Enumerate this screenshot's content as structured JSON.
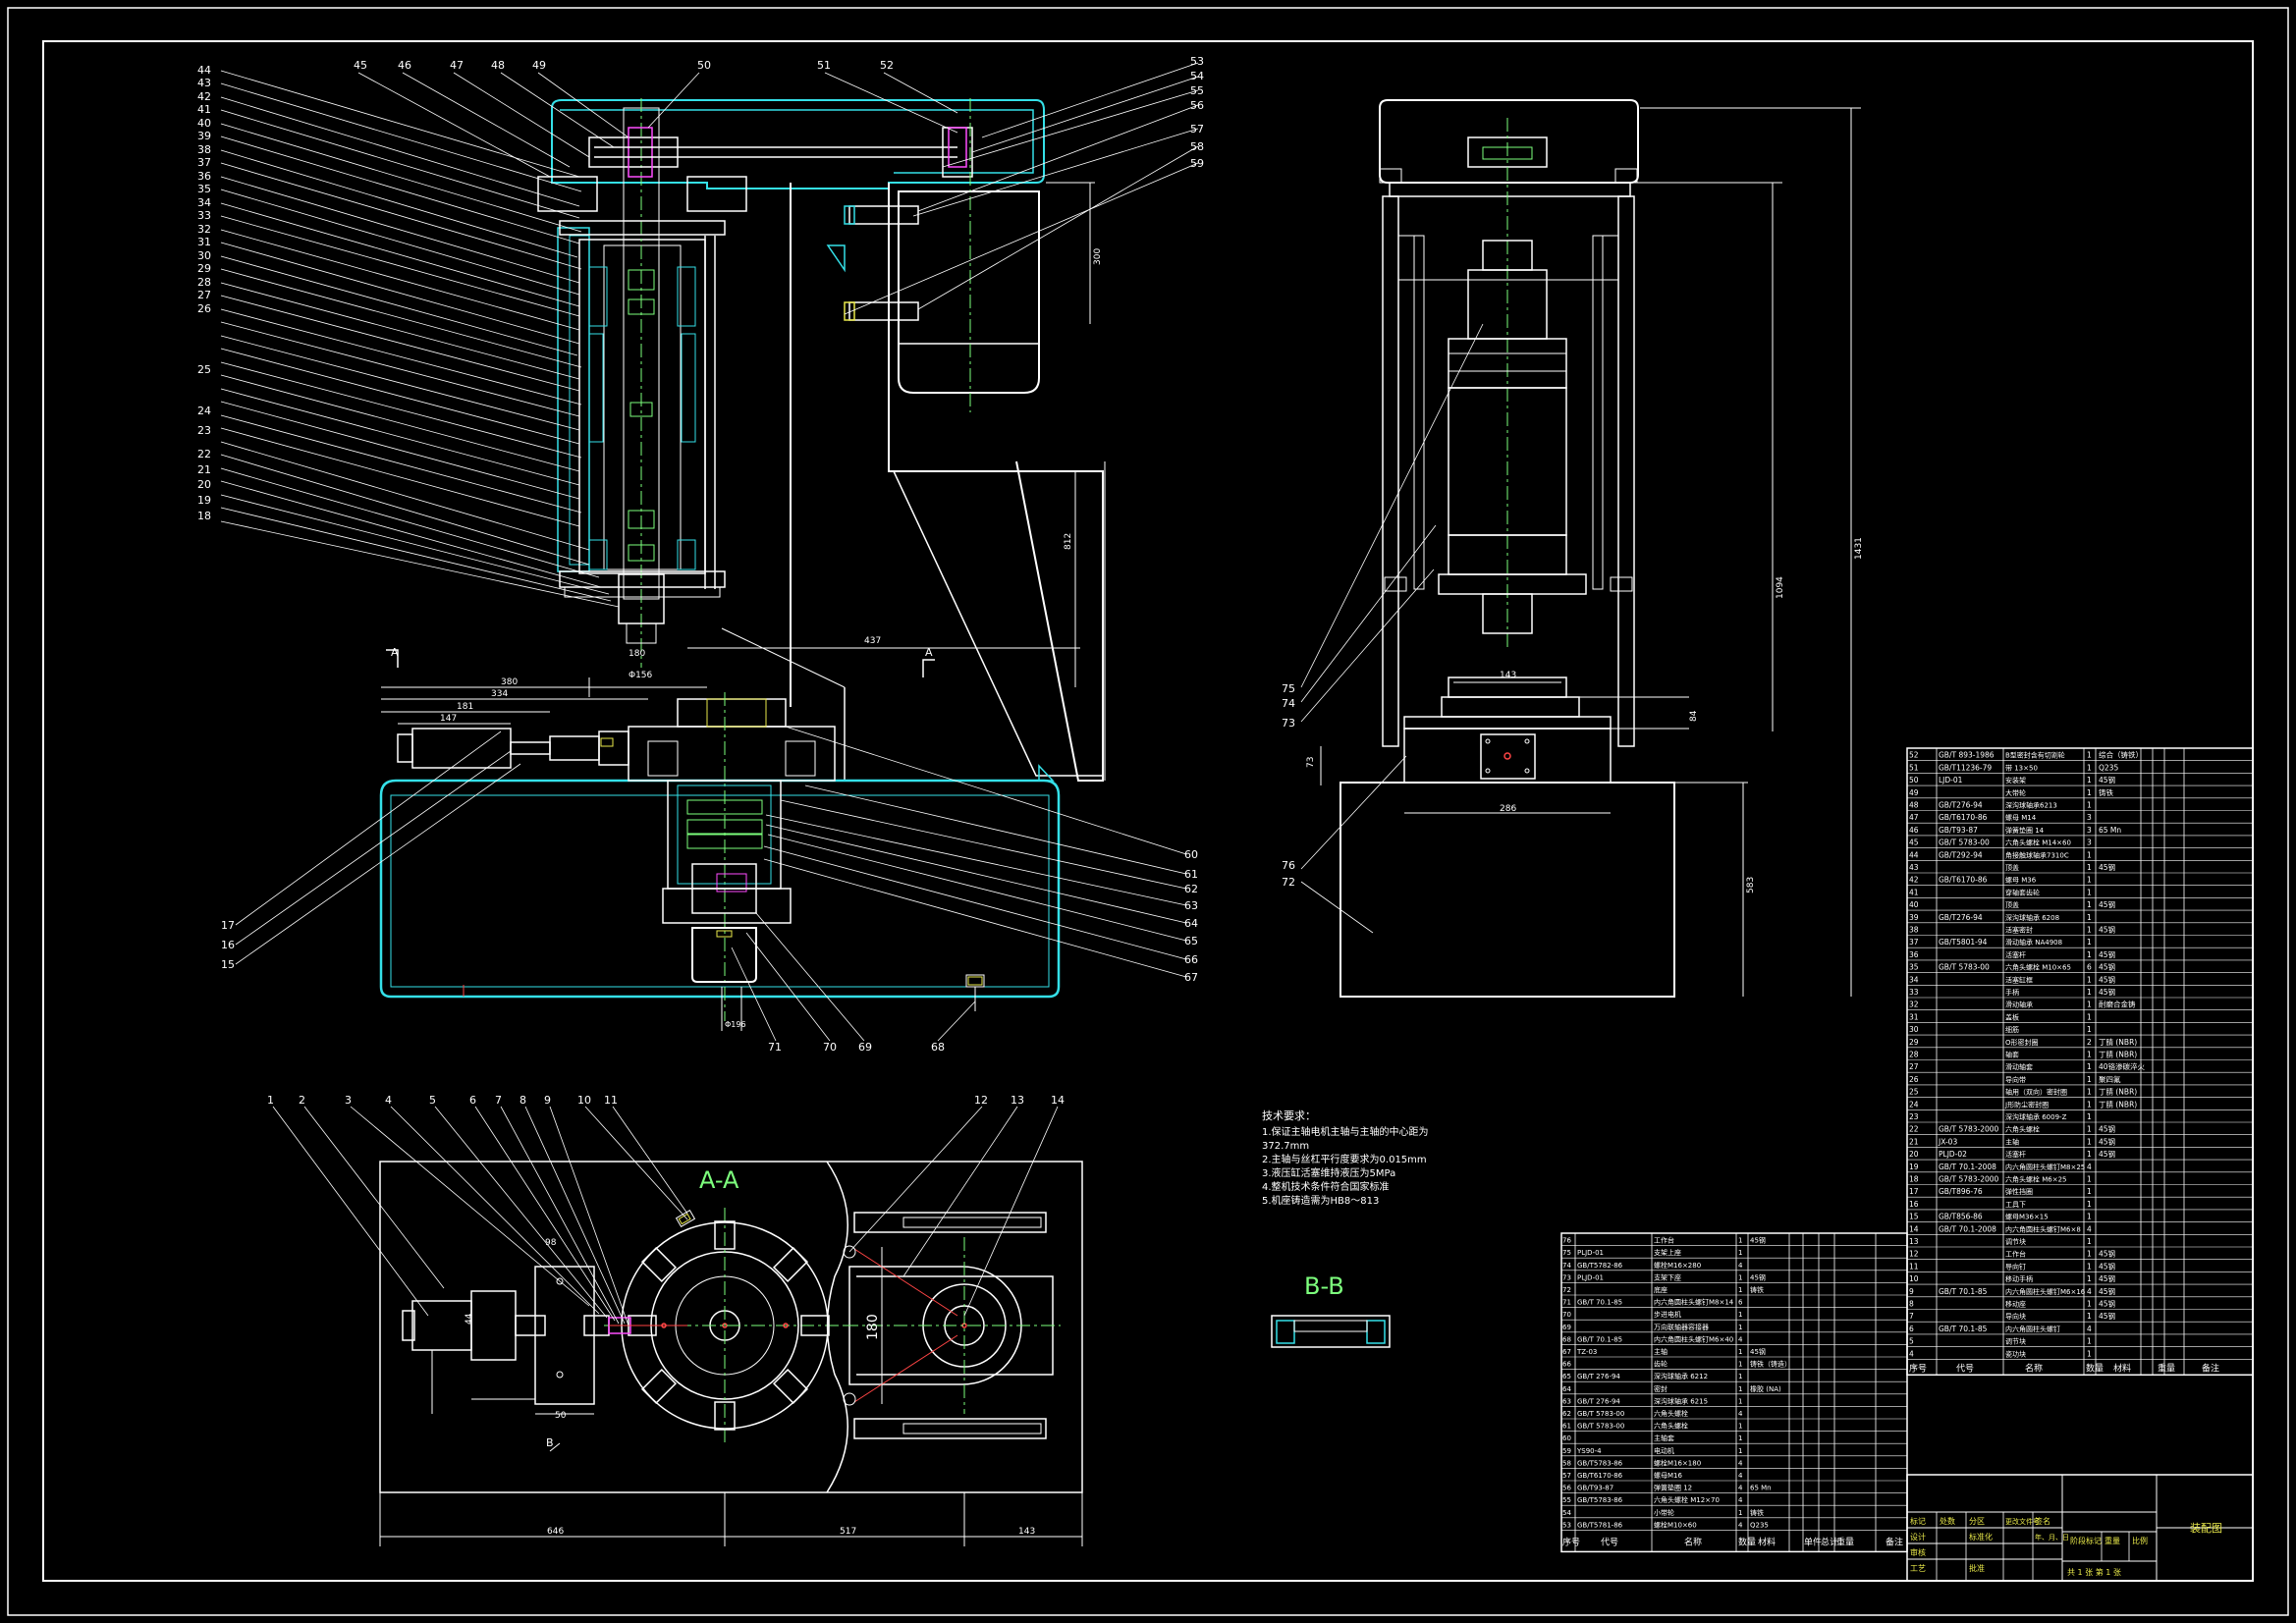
{
  "section_labels": {
    "aa_title": "A-A",
    "bb_title": "B-B",
    "a_mark_left": "A",
    "a_mark_right": "A",
    "b_mark": "B"
  },
  "dimensions": {
    "front_height_1": "300",
    "front_height_2": "812",
    "front_width_top": "437",
    "base_width_1": "380",
    "base_width_2": "334",
    "base_width_3": "181",
    "base_width_4": "147",
    "spindle_a": "180",
    "spindle_b": "Φ156",
    "motor_dim": "Φ196",
    "aa_width_total_1": "646",
    "aa_width_total_2": "517",
    "aa_width_total_3": "143",
    "aa_vertical": "180",
    "side_height_1": "1094",
    "side_height_2": "1431",
    "side_height_3": "583",
    "side_w1": "143",
    "side_w2": "286",
    "side_h_small": "73",
    "aa_small_1": "44",
    "aa_small_2": "50",
    "aa_small_3": "98",
    "side_v_small": "84"
  },
  "tech_requirements": {
    "title": "技术要求：",
    "lines": [
      "1.保证主轴电机主轴与主轴的中心距为",
      "372.7mm",
      "2.主轴与丝杠平行度要求为0.015mm",
      "3.液压缸活塞维持液压为5MPa",
      "4.整机技术条件符合国家标准",
      "5.机座铸造需为HB8～813"
    ]
  },
  "callouts_left": [
    "44",
    "43",
    "42",
    "41",
    "40",
    "39",
    "38",
    "37",
    "36",
    "35",
    "34",
    "33",
    "32",
    "31",
    "30",
    "29",
    "28",
    "27",
    "26",
    "25",
    "24",
    "23",
    "22",
    "21",
    "20",
    "19",
    "18"
  ],
  "callouts_top": [
    "45",
    "46",
    "47",
    "48",
    "49",
    "50",
    "51",
    "52"
  ],
  "callouts_right": [
    "53",
    "54",
    "55",
    "56",
    "57",
    "58",
    "59"
  ],
  "callouts_base_right": [
    "60",
    "61",
    "62",
    "63",
    "64",
    "65",
    "66",
    "67"
  ],
  "callouts_base_bottom": [
    "71",
    "70",
    "69",
    "68"
  ],
  "callouts_base_left": [
    "17",
    "16",
    "15"
  ],
  "callouts_side": [
    "75",
    "74",
    "73",
    "76",
    "72"
  ],
  "callouts_aa": [
    "1",
    "2",
    "3",
    "4",
    "5",
    "6",
    "7",
    "8",
    "9",
    "10",
    "11",
    "12",
    "13",
    "14"
  ],
  "bom_right": {
    "headers": {
      "seq": "序号",
      "code": "代号",
      "name": "名称",
      "qty": "数量",
      "material": "材料",
      "weight": "重量",
      "note": "备注"
    },
    "rows": [
      [
        "52",
        "GB/T 893-1986",
        "B型密封含有切割轮",
        "1",
        "综合（铸铁）"
      ],
      [
        "51",
        "GB/T11236-79",
        "带 13×50",
        "1",
        "Q235"
      ],
      [
        "50",
        "LJD-01",
        "安装架",
        "1",
        "45钢"
      ],
      [
        "49",
        "",
        "大带轮",
        "1",
        "铸铁"
      ],
      [
        "48",
        "GB/T276-94",
        "深沟球轴承6213",
        "1",
        ""
      ],
      [
        "47",
        "GB/T6170-86",
        "螺母 M14",
        "3",
        ""
      ],
      [
        "46",
        "GB/T93-87",
        "弹簧垫圈 14",
        "3",
        "65 Mn"
      ],
      [
        "45",
        "GB/T 5783-00",
        "六角头螺栓 M14×60",
        "3",
        ""
      ],
      [
        "44",
        "GB/T292-94",
        "角接触球轴承7310C",
        "1",
        ""
      ],
      [
        "43",
        "",
        "顶盖",
        "1",
        "45钢"
      ],
      [
        "42",
        "GB/T6170-86",
        "螺母 M36",
        "1",
        ""
      ],
      [
        "41",
        "",
        "穿轴套齿轮",
        "1",
        ""
      ],
      [
        "40",
        "",
        "顶盖",
        "1",
        "45钢"
      ],
      [
        "39",
        "GB/T276-94",
        "深沟球轴承 6208",
        "1",
        ""
      ],
      [
        "38",
        "",
        "活塞密封",
        "1",
        "45钢"
      ],
      [
        "37",
        "GB/T5801-94",
        "滑动轴承 NA4908",
        "1",
        ""
      ],
      [
        "36",
        "",
        "活塞杆",
        "1",
        "45钢"
      ],
      [
        "35",
        "GB/T 5783-00",
        "六角头螺栓 M10×65",
        "6",
        "45钢"
      ],
      [
        "34",
        "",
        "活塞缸框",
        "1",
        "45钢"
      ],
      [
        "33",
        "",
        "手柄",
        "1",
        "45钢"
      ],
      [
        "32",
        "",
        "滑动轴承",
        "1",
        "耐磨合金铸"
      ],
      [
        "31",
        "",
        "盖板",
        "1",
        ""
      ],
      [
        "30",
        "",
        "细筋",
        "1",
        ""
      ],
      [
        "29",
        "",
        "O形密封圈",
        "2",
        "丁腈 (NBR)"
      ],
      [
        "28",
        "",
        "轴套",
        "1",
        "丁腈 (NBR)"
      ],
      [
        "27",
        "",
        "滑动轴套",
        "1",
        "40铬渗碳淬火"
      ],
      [
        "26",
        "",
        "导向带",
        "1",
        "聚四氟"
      ],
      [
        "25",
        "",
        "轴用（双向）密封圈",
        "1",
        "丁腈 (NBR)"
      ],
      [
        "24",
        "",
        "J形防尘密封圈",
        "1",
        "丁腈 (NBR)"
      ],
      [
        "23",
        "",
        "深沟球轴承 6009-Z",
        "1",
        ""
      ],
      [
        "22",
        "GB/T 5783-2000",
        "六角头螺栓",
        "1",
        "45钢"
      ],
      [
        "21",
        "JX-03",
        "主轴",
        "1",
        "45钢"
      ],
      [
        "20",
        "PLJD-02",
        "活塞杆",
        "1",
        "45钢"
      ],
      [
        "19",
        "GB/T 70.1-2008",
        "内六角圆柱头螺钉M8×25",
        "4",
        ""
      ],
      [
        "18",
        "GB/T 5783-2000",
        "六角头螺栓 M6×25",
        "1",
        ""
      ],
      [
        "17",
        "GB/T896-76",
        "弹性挡圈",
        "1",
        ""
      ],
      [
        "16",
        "",
        "工具下",
        "1",
        ""
      ],
      [
        "15",
        "GB/T856-86",
        "螺母M36×15",
        "1",
        ""
      ],
      [
        "14",
        "GB/T 70.1-2008",
        "内六角圆柱头螺钉M6×8",
        "4",
        ""
      ],
      [
        "13",
        "",
        "调节块",
        "1",
        ""
      ],
      [
        "12",
        "",
        "工作台",
        "1",
        "45钢"
      ],
      [
        "11",
        "",
        "导向钉",
        "1",
        "45钢"
      ],
      [
        "10",
        "",
        "移动手柄",
        "1",
        "45钢"
      ],
      [
        "9",
        "GB/T 70.1-85",
        "内六角圆柱头螺钉M6×16",
        "4",
        "45钢"
      ],
      [
        "8",
        "",
        "移动座",
        "1",
        "45钢"
      ],
      [
        "7",
        "",
        "导向块",
        "1",
        "45钢"
      ],
      [
        "6",
        "GB/T 70.1-85",
        "内六角圆柱头螺钉",
        "4",
        ""
      ],
      [
        "5",
        "",
        "调节块",
        "1",
        ""
      ],
      [
        "4",
        "",
        "瓷功块",
        "1",
        ""
      ]
    ]
  },
  "bom_left": {
    "headers": {
      "seq": "序号",
      "code": "代号",
      "name": "名称",
      "qty": "数量",
      "material": "材料",
      "single": "单件",
      "total": "总计",
      "weight": "重量",
      "note": "备注"
    },
    "rows": [
      [
        "76",
        "",
        "工作台",
        "1",
        "45钢"
      ],
      [
        "75",
        "PLJD-01",
        "支架上座",
        "1",
        ""
      ],
      [
        "74",
        "GB/T5782-86",
        "螺栓M16×280",
        "4",
        ""
      ],
      [
        "73",
        "PLJD-01",
        "支架下座",
        "1",
        "45钢"
      ],
      [
        "72",
        "",
        "底座",
        "1",
        "铸铁"
      ],
      [
        "71",
        "GB/T 70.1-85",
        "内六角圆柱头螺钉M8×14",
        "6",
        ""
      ],
      [
        "70",
        "",
        "步进电机",
        "1",
        ""
      ],
      [
        "69",
        "",
        "万向联轴器容接器",
        "1",
        ""
      ],
      [
        "68",
        "GB/T 70.1-85",
        "内六角圆柱头螺钉M6×40",
        "4",
        ""
      ],
      [
        "67",
        "TZ-03",
        "主轴",
        "1",
        "45钢"
      ],
      [
        "66",
        "",
        "齿轮",
        "1",
        "铸铁（铸造）"
      ],
      [
        "65",
        "GB/T 276-94",
        "深沟球轴承 6212",
        "1",
        ""
      ],
      [
        "64",
        "",
        "密封",
        "1",
        "橡胶 (NA)"
      ],
      [
        "63",
        "GB/T 276-94",
        "深沟球轴承 6215",
        "1",
        ""
      ],
      [
        "62",
        "GB/T 5783-00",
        "六角头螺栓",
        "4",
        ""
      ],
      [
        "61",
        "GB/T 5783-00",
        "六角头螺栓",
        "1",
        ""
      ],
      [
        "60",
        "",
        "主轴套",
        "1",
        ""
      ],
      [
        "59",
        "YS90-4",
        "电动机",
        "1",
        ""
      ],
      [
        "58",
        "GB/T5783-86",
        "螺栓M16×180",
        "4",
        ""
      ],
      [
        "57",
        "GB/T6170-86",
        "螺母M16",
        "4",
        ""
      ],
      [
        "56",
        "GB/T93-87",
        "弹簧垫圈 12",
        "4",
        "65 Mn"
      ],
      [
        "55",
        "GB/T5783-86",
        "六角头螺栓 M12×70",
        "4",
        ""
      ],
      [
        "54",
        "",
        "小带轮",
        "1",
        "铸铁"
      ],
      [
        "53",
        "GB/T5781-86",
        "螺栓M10×60",
        "4",
        "Q235"
      ]
    ]
  },
  "title_block": {
    "drawing_name": "装配图",
    "mark": "标记",
    "count": "处数",
    "zone": "分区",
    "change_doc": "更改文件号",
    "sign": "签名",
    "date": "年、月、日",
    "design": "设计",
    "standard": "标准化",
    "review": "审核",
    "process": "工艺",
    "approve": "批准",
    "stage": "阶段标记",
    "weight": "重量",
    "scale": "比例",
    "sheets": "共 1 张  第 1 张"
  }
}
